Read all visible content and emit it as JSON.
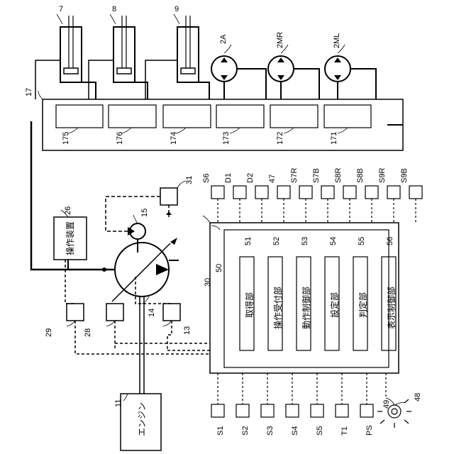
{
  "labels": {
    "actuator_7": "7",
    "actuator_8": "8",
    "actuator_9": "9",
    "motor_2a": "2A",
    "motor_2mr": "2MR",
    "motor_2ml": "2ML",
    "valve_unit": "17",
    "valve_175": "175",
    "valve_176": "176",
    "valve_174": "174",
    "valve_173": "173",
    "valve_172": "172",
    "valve_171": "171",
    "operation_device_ref": "26",
    "operation_device": "操作装置",
    "sensor_31": "31",
    "pilot_pump": "15",
    "main_pump": "14",
    "sensor_13": "13",
    "sensor_28": "28",
    "sensor_29": "29",
    "engine_ref": "11",
    "engine": "エンジン",
    "controller": "30",
    "processor": "50",
    "buzzer": "48",
    "alarm": "49",
    "sensors_top": [
      "S6",
      "D1",
      "D2",
      "47",
      "S7R",
      "S7B",
      "S8R",
      "S8B",
      "S9R",
      "S9B"
    ],
    "sensors_bottom": [
      "S1",
      "S2",
      "S3",
      "S4",
      "S5",
      "T1",
      "PS"
    ]
  },
  "units": [
    {
      "ref": "51",
      "label": "取得部"
    },
    {
      "ref": "52",
      "label": "操作受付部"
    },
    {
      "ref": "53",
      "label": "動作制御部"
    },
    {
      "ref": "54",
      "label": "設定部"
    },
    {
      "ref": "55",
      "label": "判定部"
    },
    {
      "ref": "56",
      "label": "表示制御部"
    }
  ],
  "colors": {
    "line": "#000000",
    "background": "#ffffff"
  }
}
